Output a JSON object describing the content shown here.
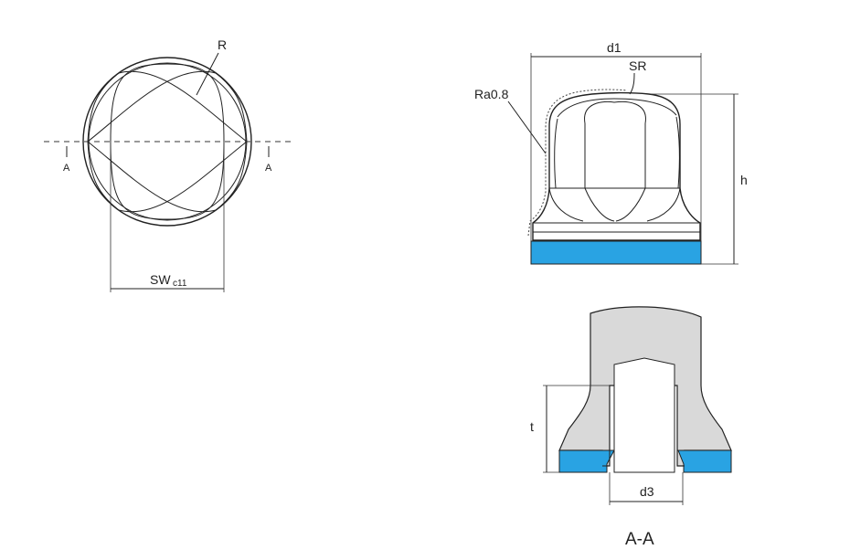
{
  "colors": {
    "accent_blue": "#29a3e3",
    "section_fill": "#d9d9d9",
    "line": "#222222"
  },
  "top_view": {
    "radius_label": "R",
    "section_mark_left": "A",
    "section_mark_right": "A",
    "width_label": "SW",
    "width_label_sub": "c11"
  },
  "side_view": {
    "diameter_label": "d1",
    "sphere_radius_label": "SR",
    "roughness_label": "Ra0.8",
    "height_label": "h"
  },
  "section_view": {
    "depth_label": "t",
    "bore_label": "d3",
    "title": "A-A"
  }
}
